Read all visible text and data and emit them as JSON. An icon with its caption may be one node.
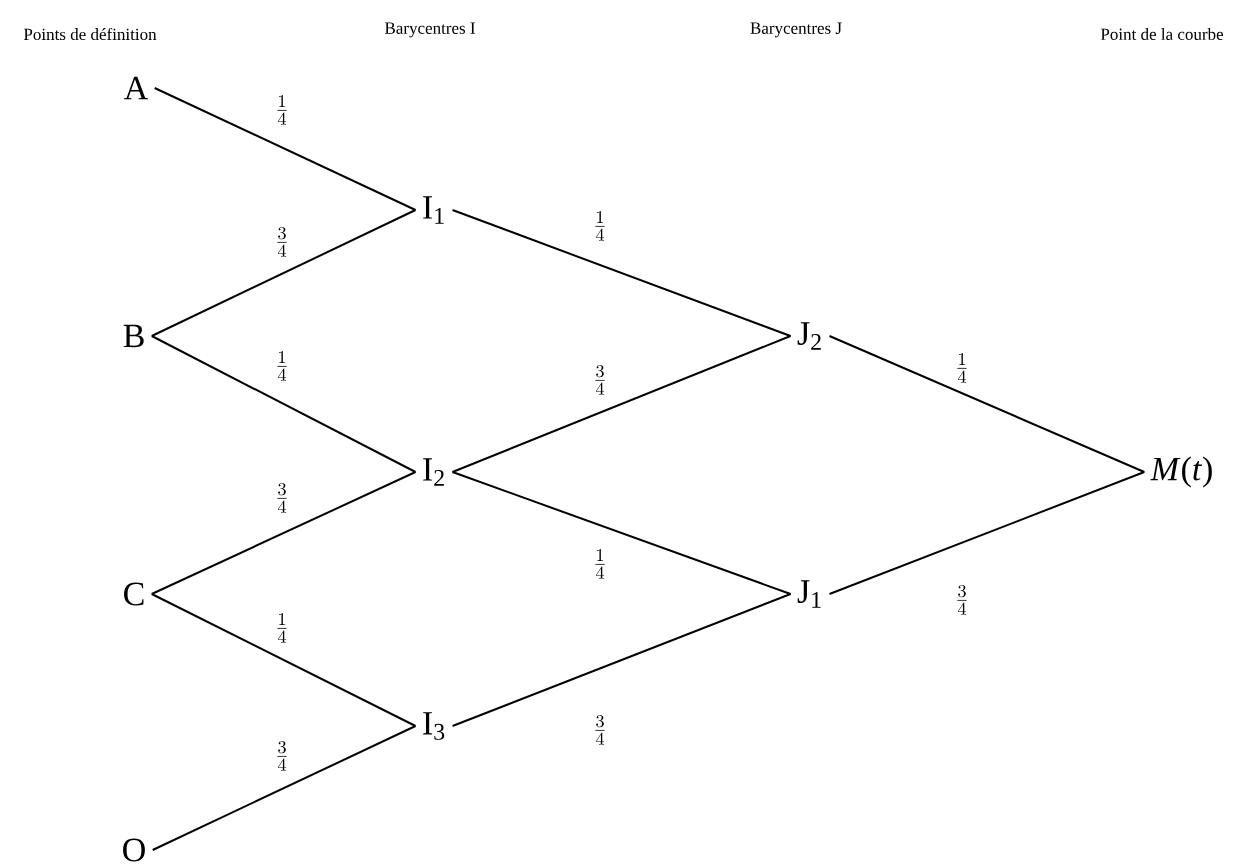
{
  "diagram": {
    "nodes": [
      {
        "text": [
          "A"
        ]
      },
      {
        "text": [
          "B"
        ]
      },
      {
        "text": [
          "C"
        ]
      },
      {
        "text": [
          "O"
        ]
      },
      {
        "text": [
          "I$_{1}$"
        ]
      },
      {
        "text": [
          "I$_{2}$"
        ]
      },
      {
        "text": [
          "I$_{3}$"
        ]
      },
      {
        "text": [
          "J$_{2}$"
        ]
      },
      {
        "text": [
          "J$_{1}$"
        ]
      },
      {
        "text": [
          "*M*(*t*)"
        ]
      }
    ],
    "edges": [
      {
        "from": 0,
        "to": 4,
        "arrow": "none",
        "label": "\\frac{1}{4}"
      },
      {
        "from": 1,
        "to": 4,
        "arrow": "none",
        "label": "\\frac{3}{4}"
      },
      {
        "from": 1,
        "to": 5,
        "arrow": "none",
        "label": "\\frac{1}{4}"
      },
      {
        "from": 2,
        "to": 5,
        "arrow": "none",
        "label": "\\frac{3}{4}"
      },
      {
        "from": 2,
        "to": 6,
        "arrow": "none",
        "label": "\\frac{1}{4}"
      },
      {
        "from": 3,
        "to": 6,
        "arrow": "none",
        "label": "\\frac{3}{4}"
      },
      {
        "from": 4,
        "to": 7,
        "arrow": "none",
        "label": "\\frac{1}{4}"
      },
      {
        "from": 5,
        "to": 7,
        "arrow": "none",
        "label": "\\frac{3}{4}"
      },
      {
        "from": 5,
        "to": 8,
        "arrow": "none",
        "label": "\\frac{1}{4}"
      },
      {
        "from": 6,
        "to": 8,
        "arrow": "none",
        "label": "\\frac{3}{4}"
      },
      {
        "from": 7,
        "to": 9,
        "arrow": "none",
        "label": "\\frac{1}{4}"
      },
      {
        "from": 8,
        "to": 9,
        "arrow": "none",
        "label": "\\frac{3}{4}"
      }
    ],
    "labels": [
      "Points de définition",
      "Barycentres I",
      "Barycentres J",
      "Point de la courbe"
    ]
  }
}
